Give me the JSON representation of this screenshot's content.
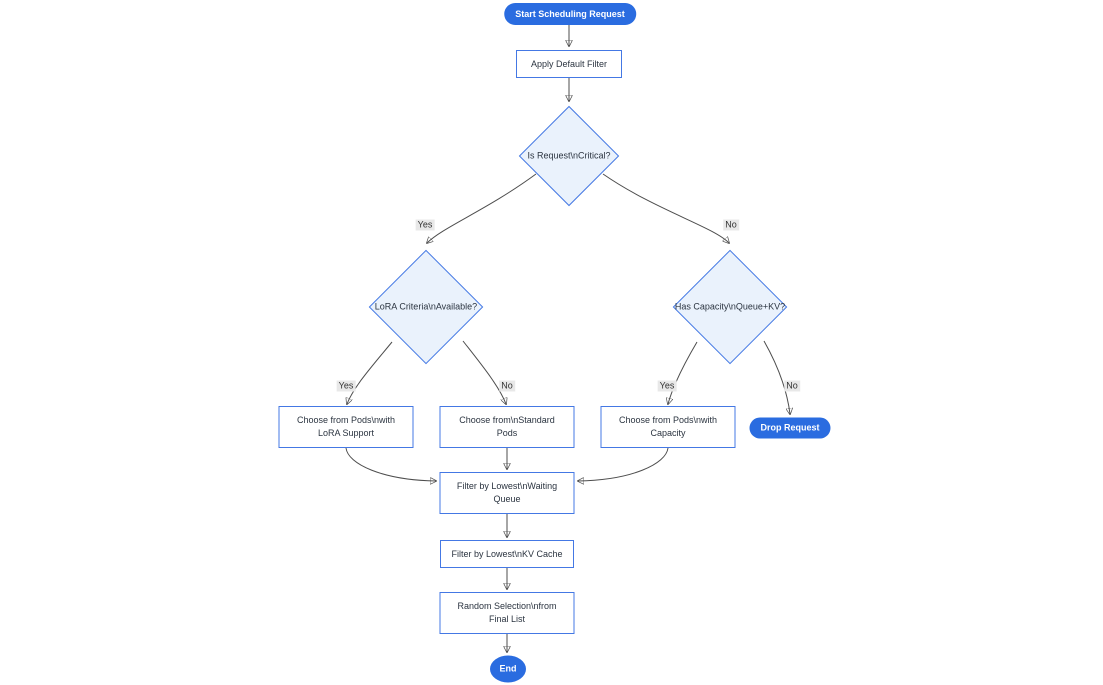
{
  "diagram": {
    "type": "flowchart",
    "nodes": {
      "start": "Start Scheduling Request",
      "apply_filter": "Apply Default Filter",
      "is_critical": "Is Request\\nCritical?",
      "lora_criteria": "LoRA Criteria\\nAvailable?",
      "has_capacity": "Has Capacity\\nQueue+KV?",
      "choose_lora": "Choose from Pods\\nwith LoRA Support",
      "choose_standard": "Choose from\\nStandard Pods",
      "choose_capacity": "Choose from Pods\\nwith Capacity",
      "drop_request": "Drop Request",
      "filter_waiting": "Filter by Lowest\\nWaiting Queue",
      "filter_kv": "Filter by Lowest\\nKV Cache",
      "random_selection": "Random Selection\\nfrom Final List",
      "end": "End"
    },
    "edge_labels": {
      "critical_yes": "Yes",
      "critical_no": "No",
      "lora_yes": "Yes",
      "lora_no": "No",
      "capacity_yes": "Yes",
      "capacity_no": "No"
    },
    "colors": {
      "accent": "#2a6ce0",
      "node_border": "#4478e4",
      "diamond_fill": "#eaf2fc",
      "rect_fill": "#ffffff",
      "edge": "#4d4d4d",
      "edge_label_bg": "#e8e8e8",
      "node_text": "#2b3440"
    }
  }
}
